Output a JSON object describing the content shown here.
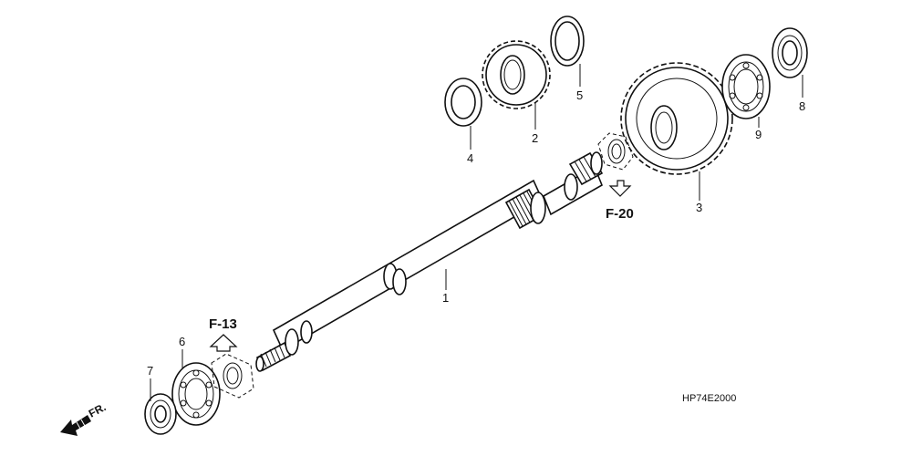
{
  "callouts": {
    "c1": "1",
    "c2": "2",
    "c3": "3",
    "c4": "4",
    "c5": "5",
    "c6": "6",
    "c7": "7",
    "c8": "8",
    "c9": "9"
  },
  "references": {
    "f13": "F-13",
    "f20": "F-20"
  },
  "diagram_code": "HP74E2000",
  "direction_label": "FR."
}
